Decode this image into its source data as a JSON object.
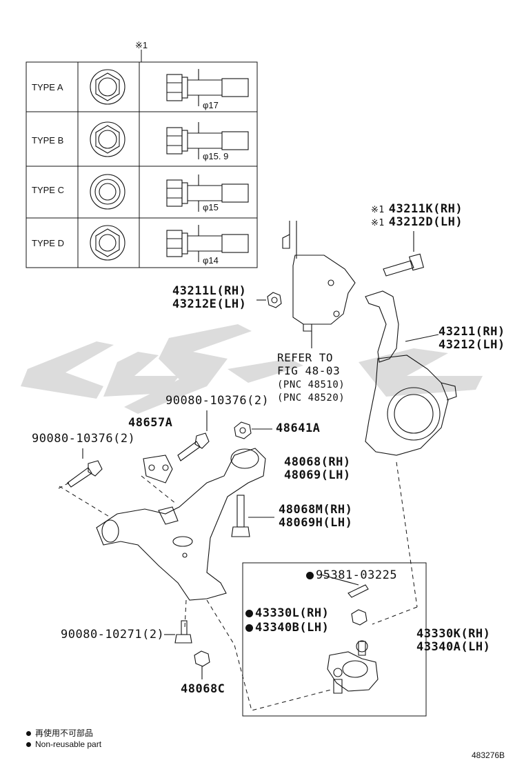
{
  "reference_mark": "※1",
  "type_table": [
    {
      "label": "TYPE A",
      "dim": "φ17"
    },
    {
      "label": "TYPE B",
      "dim": "φ15. 9"
    },
    {
      "label": "TYPE C",
      "dim": "φ15"
    },
    {
      "label": "TYPE D",
      "dim": "φ14"
    }
  ],
  "parts": {
    "p43211K": "43211K(RH)",
    "p43212D": "43212D(LH)",
    "p43211L": "43211L(RH)",
    "p43212E": "43212E(LH)",
    "p43211": "43211(RH)",
    "p43212": "43212(LH)",
    "refer_line1": "REFER TO",
    "refer_line2": "FIG 48-03",
    "refer_line3": "(PNC 48510)",
    "refer_line4": "(PNC 48520)",
    "bolt_a": "90080-10376(2)",
    "bolt_b": "90080-10376(2)",
    "p48657A": "48657A",
    "p48641A": "48641A",
    "p48068": "48068(RH)",
    "p48069": "48069(LH)",
    "p48068M": "48068M(RH)",
    "p48069H": "48069H(LH)",
    "p95381": "95381-03225",
    "p43330L": "43330L(RH)",
    "p43340B": "43340B(LH)",
    "p43330K": "43330K(RH)",
    "p43340A": "43340A(LH)",
    "bolt_c": "90080-10271(2)",
    "p48068C": "48068C"
  },
  "legend": {
    "chinese": "再使用不可部品",
    "english": "Non-reusable part"
  },
  "diagram_code": "483276B"
}
